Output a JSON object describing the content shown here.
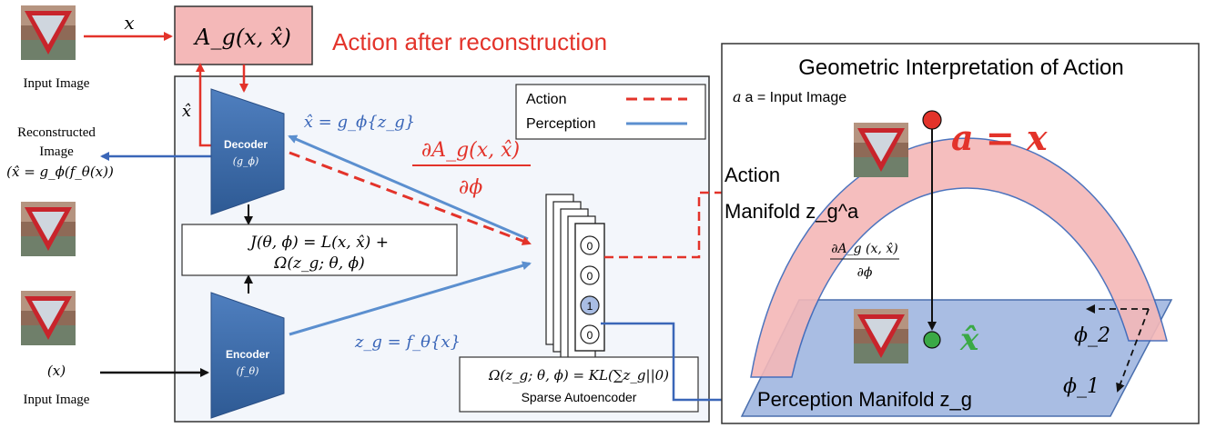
{
  "labels": {
    "x_input": "x",
    "action_box": "A_g(x, x̂)",
    "action_after": "Action after reconstruction",
    "input_image_top": "Input Image",
    "xhat_side": "x̂",
    "reconstructed_1": "Reconstructed",
    "reconstructed_2": "Image",
    "reconstructed_eq": "(x̂ = g_ϕ(f_θ(x))",
    "decoder": "Decoder",
    "decoder_sub": "(g_ϕ)",
    "encoder": "Encoder",
    "encoder_sub": "(f_θ)",
    "xhat_eq": "x̂ = g_ϕ{z_g}",
    "zg_eq": "z_g = f_θ{x}",
    "grad_num": "∂A_g(x, x̂)",
    "grad_den": "∂ϕ",
    "loss_line1": "J(θ, ϕ) = L(x, x̂) +",
    "loss_line2": "Ω(z_g; θ, ϕ)",
    "legend_action": "Action",
    "legend_perception": "Perception",
    "latent_values": [
      "0",
      "0",
      "1",
      "0"
    ],
    "sparse_eq": "Ω(z_g; θ, ϕ) = KL(∑z_g||0)",
    "sparse_label": "Sparse Autoencoder",
    "x_paren": "(x)",
    "input_image_bottom": "Input Image",
    "geo_title": "Geometric Interpretation of Action",
    "a_def": "a = Input Image",
    "a_eq_x": "a = x",
    "action_manifold_1": "Action",
    "action_manifold_2": "Manifold z_g^a",
    "manifold_grad_num": "∂A_g (x, x̂)",
    "manifold_grad_den": "∂ϕ",
    "xhat_big": "x̂",
    "phi2": "ϕ_2",
    "phi1": "ϕ_1",
    "perception_manifold": "Perception Manifold z_g"
  },
  "colors": {
    "action_red": "#e3332a",
    "perception_blue": "#5b8fcf",
    "dark_blue": "#3a66b8",
    "pink_fill": "#f4b8b8",
    "panel_fill": "#f3f6fb",
    "plane_fill": "#a9bde3",
    "green": "#3aa945"
  },
  "icons": [
    "yield-sign-icon"
  ]
}
